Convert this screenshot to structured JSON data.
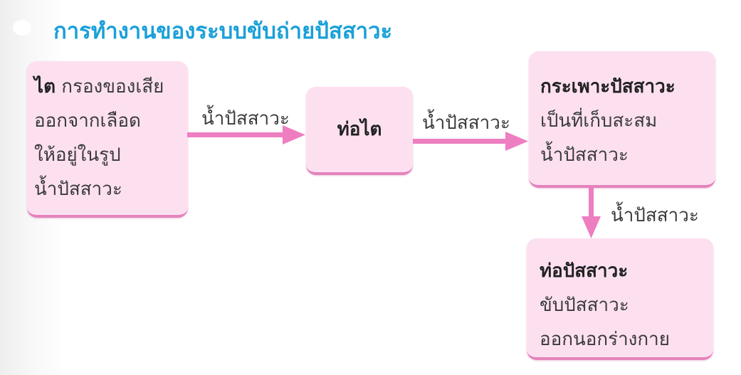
{
  "title": "การทำงานของระบบขับถ่ายปัสสาวะ",
  "nodes": {
    "kidney": {
      "name": "ไต",
      "lines": [
        "กรองของเสีย",
        "ออกจากเลือด",
        "ให้อยู่ในรูป",
        "น้ำปัสสาวะ"
      ]
    },
    "ureter": {
      "name": "ท่อไต"
    },
    "bladder": {
      "name": "กระเพาะปัสสาวะ",
      "lines": [
        "เป็นที่เก็บสะสม",
        "น้ำปัสสาวะ"
      ]
    },
    "urethra": {
      "name": "ท่อปัสสาวะ",
      "lines": [
        "ขับปัสสาวะ",
        "ออกนอกร่างกาย"
      ]
    }
  },
  "edges": [
    {
      "from": "kidney",
      "to": "ureter",
      "label": "น้ำปัสสาวะ"
    },
    {
      "from": "ureter",
      "to": "bladder",
      "label": "น้ำปัสสาวะ"
    },
    {
      "from": "bladder",
      "to": "urethra",
      "label": "น้ำปัสสาวะ"
    }
  ],
  "colors": {
    "title": "#1aa0d8",
    "box": "#fde0f0",
    "arrow": "#ee7ec0"
  }
}
